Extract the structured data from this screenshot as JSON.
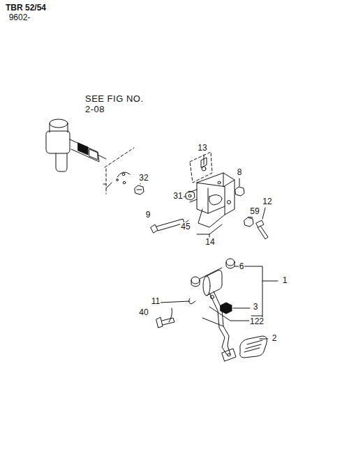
{
  "diagram": {
    "title": "TBR 52/54",
    "labels": [
      "9602-",
      "SEE FIG NO. 2-08",
      "13",
      "8",
      "32",
      "31",
      "59",
      "12",
      "9",
      "45",
      "14",
      "6",
      "1",
      "11",
      "40",
      "3",
      "122",
      "2"
    ]
  }
}
